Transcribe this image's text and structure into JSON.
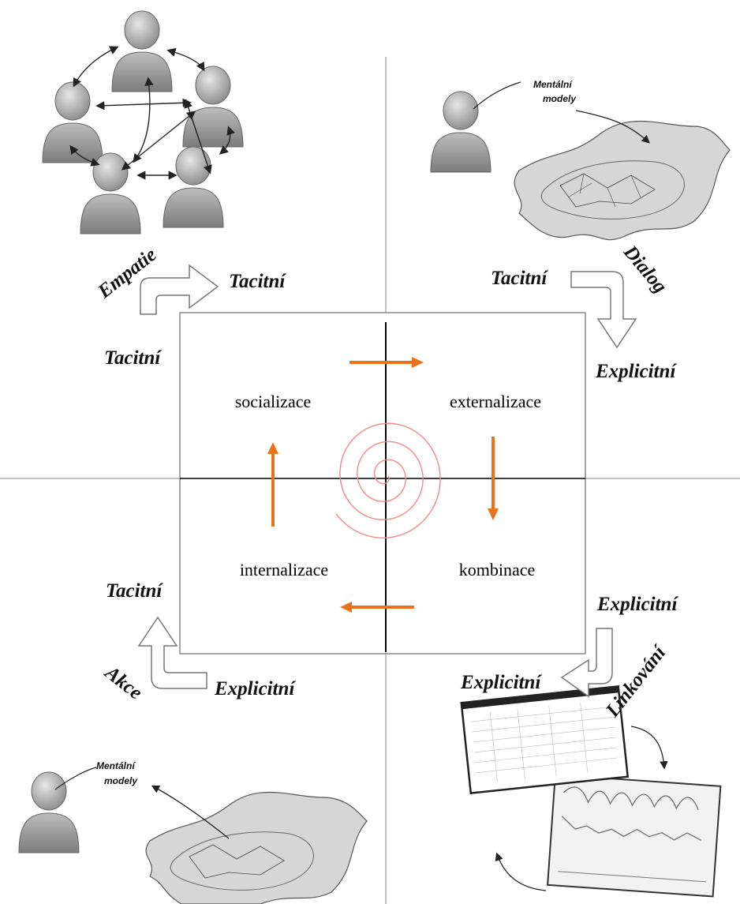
{
  "center": {
    "socialization": "socializace",
    "externalization": "externalizace",
    "internalization": "internalizace",
    "combination": "kombinace"
  },
  "processes": {
    "top_left_arc": "Empatie",
    "top_right_arc": "Dialog",
    "bottom_left_arc": "Akce",
    "bottom_right_arc": "Linkování"
  },
  "labels": {
    "tl_from": "Tacitní",
    "tl_to": "Tacitní",
    "tr_from": "Tacitní",
    "tr_to": "Explicitní",
    "br_from": "Explicitní",
    "br_to": "Explicitní",
    "bl_from": "Explicitní",
    "bl_to": "Tacitní"
  },
  "mental_models": {
    "top_right_line1": "Mentální",
    "top_right_line2": "modely",
    "bottom_left_line1": "Mentální",
    "bottom_left_line2": "modely"
  },
  "colors": {
    "flow_arrow": "#e8731c",
    "spiral": "#ef8a8a",
    "person": "#9c9c9c"
  },
  "icons": [
    "person-icon",
    "network-map-icon",
    "spreadsheet-chart-icon"
  ]
}
